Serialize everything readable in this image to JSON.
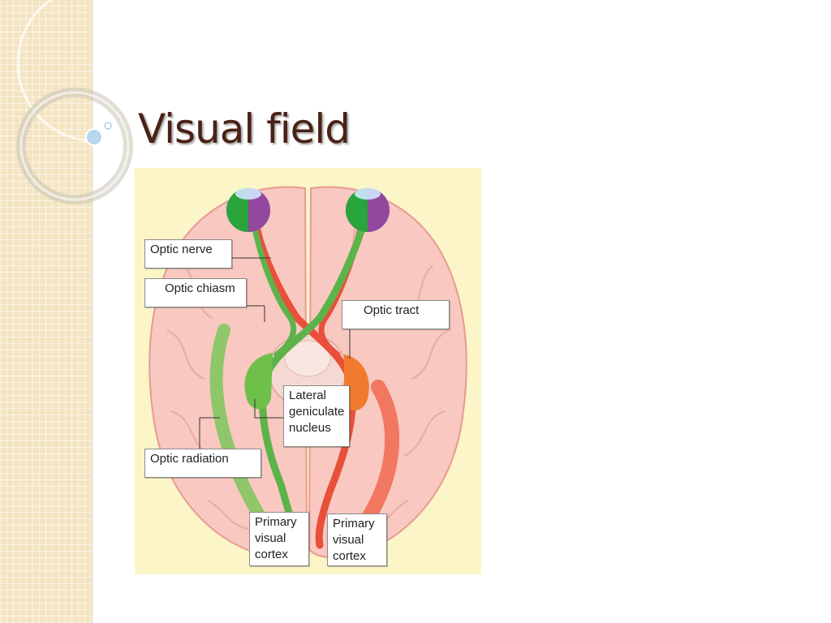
{
  "slide": {
    "title": "Visual field"
  },
  "diagram": {
    "labels": {
      "optic_nerve": "Optic nerve",
      "optic_chiasm": "Optic chiasm",
      "optic_tract": "Optic tract",
      "lateral_geniculate_nucleus": "Lateral\ngeniculate\nnucleus",
      "optic_radiation": "Optic radiation",
      "primary_visual_cortex_left": "Primary\nvisual\ncortex",
      "primary_visual_cortex_right": "Primary\nvisual\ncortex"
    }
  },
  "colors": {
    "title": "#4a2116",
    "background_strip": "#f4e4c1",
    "figure_background": "#fbf5c7",
    "brain": "#f7c7c0",
    "left_pathway": "#62b74a",
    "right_pathway": "#e8503a"
  }
}
